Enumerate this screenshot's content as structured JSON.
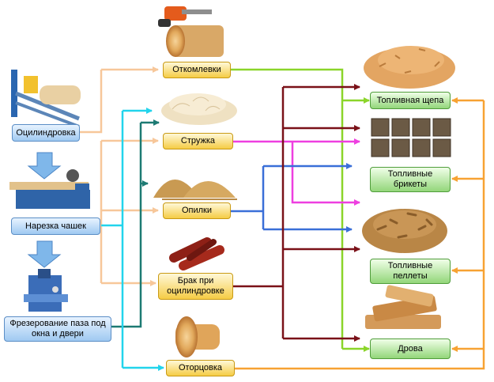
{
  "process": {
    "rounding": "Оцилиндровка",
    "notching": "Нарезка чашек",
    "milling": "Фрезерование паза под окна и двери"
  },
  "waste": {
    "butt": "Откомлевки",
    "shavings": "Стружка",
    "sawdust": "Опилки",
    "defect": "Брак при оцилиндровке",
    "trim": "Оторцовка"
  },
  "products": {
    "chips": "Топливная щепа",
    "briquettes": "Топливные брикеты",
    "pellets": "Топливные пеллеты",
    "firewood": "Дрова"
  },
  "colors": {
    "peach": "#f7c79a",
    "teal": "#1d7a73",
    "cyan": "#22d4ec",
    "green": "#8bd52a",
    "magenta": "#ee3fe0",
    "blue": "#3a6fd8",
    "maroon": "#7a1118",
    "orange": "#f7a233"
  }
}
